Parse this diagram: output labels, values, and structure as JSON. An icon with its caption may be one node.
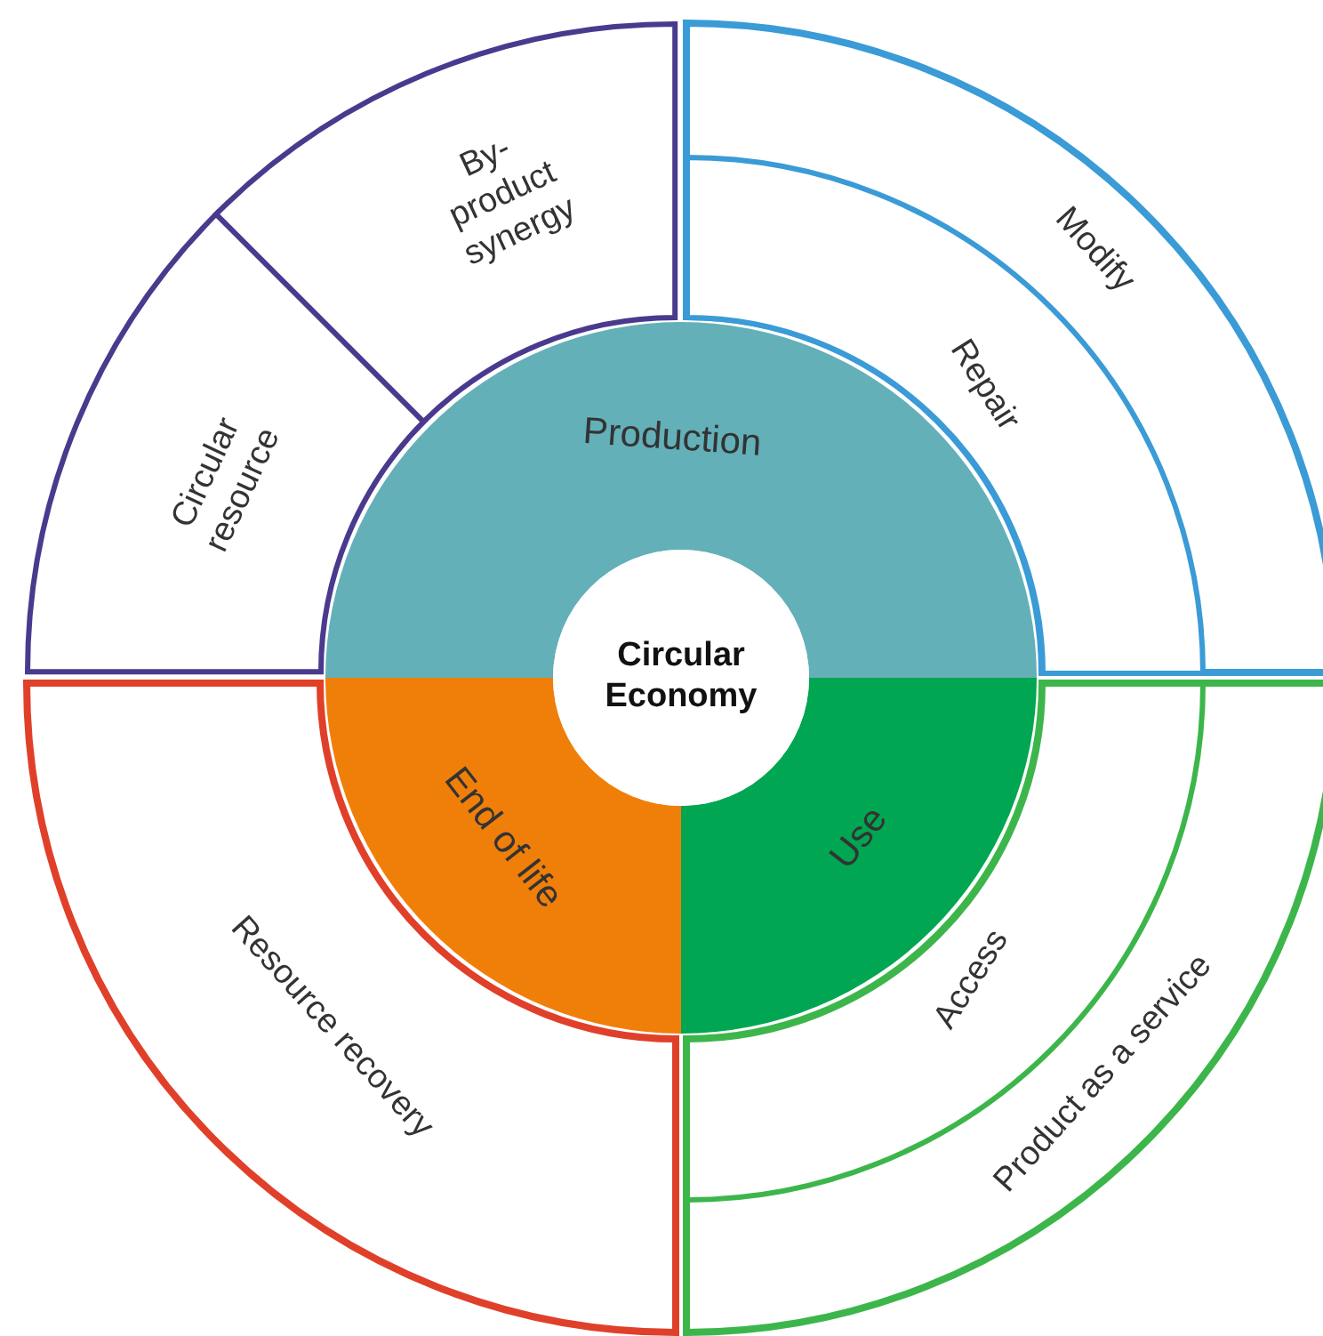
{
  "diagram": {
    "nodes": [
      {
        "text": [
          "Circular Economy"
        ]
      },
      {
        "text": [
          "Production"
        ]
      },
      {
        "text": [
          "Use"
        ]
      },
      {
        "text": [
          "End of life"
        ]
      },
      {
        "text": [
          "Circular resource"
        ]
      },
      {
        "text": [
          "By-product synergy"
        ]
      },
      {
        "text": [
          "Modify"
        ]
      },
      {
        "text": [
          "Repair"
        ],
        "in": 6
      },
      {
        "text": [
          "Product as a service"
        ]
      },
      {
        "text": [
          "Access"
        ],
        "in": 8
      },
      {
        "text": [
          "Resource recovery"
        ]
      }
    ]
  }
}
